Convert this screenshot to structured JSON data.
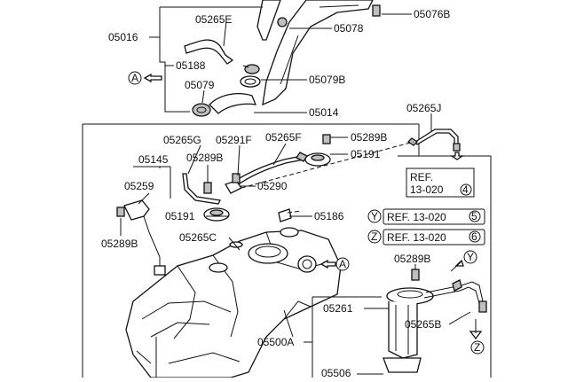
{
  "labels": {
    "p05265E": "05265E",
    "p05016": "05016",
    "p05078": "05078",
    "p05076B": "05076B",
    "p05188": "05188",
    "p05079B": "05079B",
    "p05079": "05079",
    "p05014": "05014",
    "p05265J": "05265J",
    "p05265G": "05265G",
    "p05291F": "05291F",
    "p05265F": "05265F",
    "p05289B_top": "05289B",
    "p05191_top": "05191",
    "p05145": "05145",
    "p05289B_mid": "05289B",
    "p05259": "05259",
    "p05290": "05290",
    "p05191_left": "05191",
    "p05186": "05186",
    "p05289B_left": "05289B",
    "p05265C": "05265C",
    "p05289B_right": "05289B",
    "p05261": "05261",
    "p05265B": "05265B",
    "p05500A": "05500A",
    "p05506": "05506"
  },
  "markers": {
    "a_left": "A",
    "a_tank": "A",
    "y_right": "Y",
    "z_right": "Z",
    "y_ref": "Y",
    "z_ref": "Z"
  },
  "refs": {
    "ref4_line1": "REF.",
    "ref4_line2": "13-020",
    "ref4_num": "4",
    "refY_text": "REF. 13-020",
    "refY_num": "5",
    "refZ_text": "REF. 13-020",
    "refZ_num": "6"
  }
}
